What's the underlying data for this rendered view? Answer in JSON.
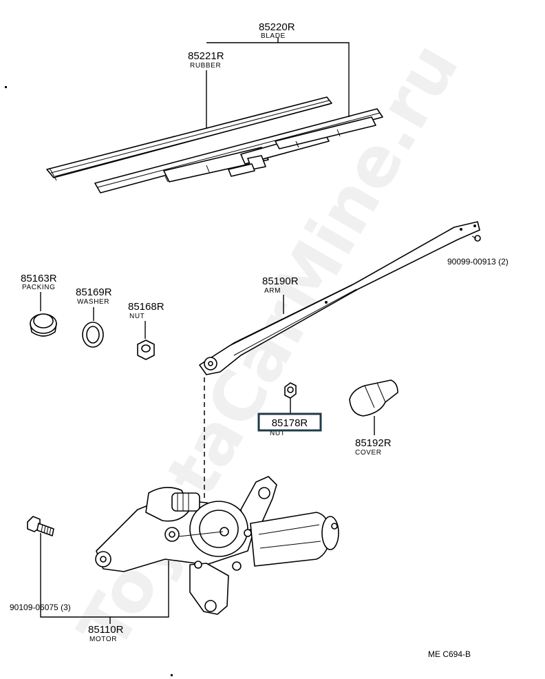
{
  "watermark": "ToyotaCarMine.ru",
  "parts": {
    "blade": {
      "number": "85220R",
      "name": "BLADE"
    },
    "rubber": {
      "number": "85221R",
      "name": "RUBBER"
    },
    "packing": {
      "number": "85163R",
      "name": "PACKING"
    },
    "washer": {
      "number": "85169R",
      "name": "WASHER"
    },
    "nut_small": {
      "number": "85168R",
      "name": "NUT"
    },
    "arm": {
      "number": "85190R",
      "name": "ARM"
    },
    "nut_highlight": {
      "number": "85178R",
      "name": "NUT"
    },
    "cover": {
      "number": "85192R",
      "name": "COVER"
    },
    "motor": {
      "number": "85110R",
      "name": "MOTOR"
    }
  },
  "fasteners": {
    "arm_screw": "90099-00913 (2)",
    "motor_bolt": "90109-06075 (3)"
  },
  "figure_code": "ME  C694-B",
  "colors": {
    "highlight_border": "#1f3a48",
    "ink": "#000000"
  }
}
